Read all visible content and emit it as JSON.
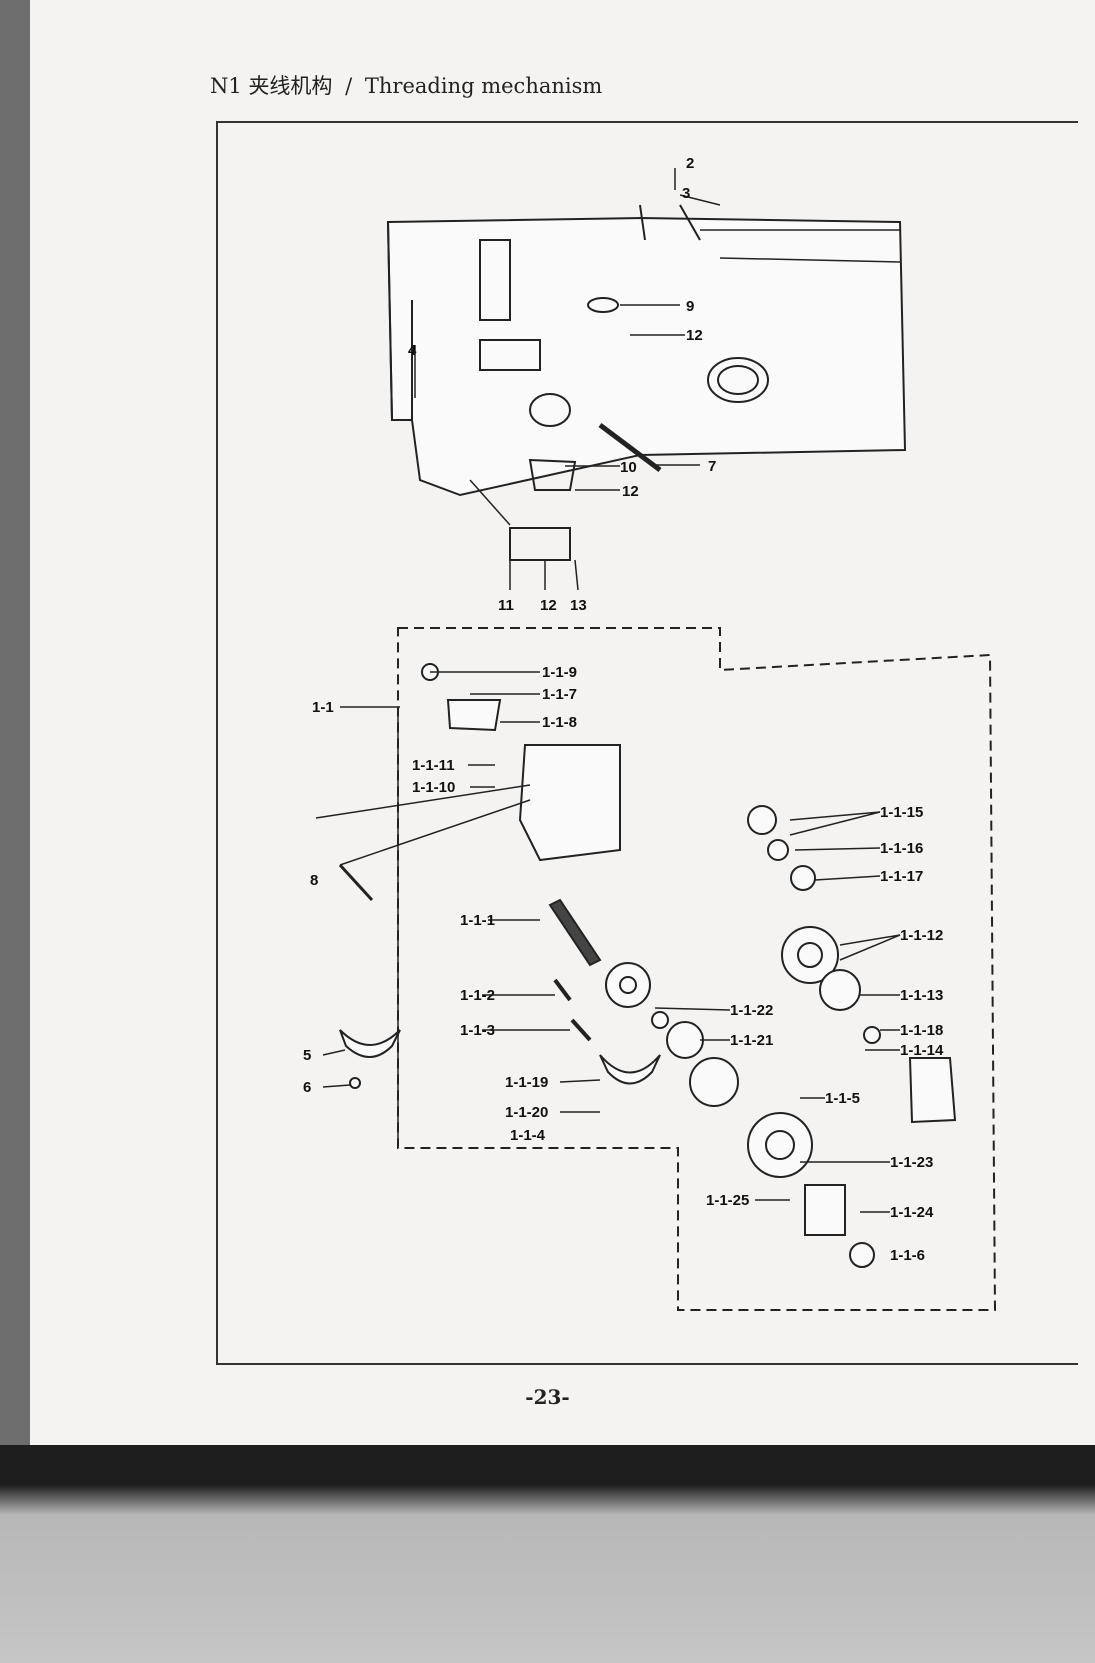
{
  "header": {
    "code": "N1",
    "title_cn": "夹线机构",
    "separator": "/",
    "title_en": "Threading mechanism"
  },
  "callouts": [
    "2",
    "3",
    "9",
    "12",
    "4",
    "10",
    "12",
    "7",
    "11",
    "12",
    "13",
    "1-1",
    "1-1-9",
    "1-1-7",
    "1-1-8",
    "1-1-11",
    "1-1-10",
    "8",
    "1-1-15",
    "1-1-16",
    "1-1-17",
    "1-1-1",
    "1-1-12",
    "1-1-2",
    "1-1-22",
    "1-1-13",
    "1-1-3",
    "1-1-21",
    "1-1-18",
    "5",
    "1-1-14",
    "6",
    "1-1-19",
    "1-1-5",
    "1-1-20",
    "1-1-4",
    "1-1-23",
    "1-1-25",
    "1-1-24",
    "1-1-6"
  ],
  "page_number": "-23-"
}
